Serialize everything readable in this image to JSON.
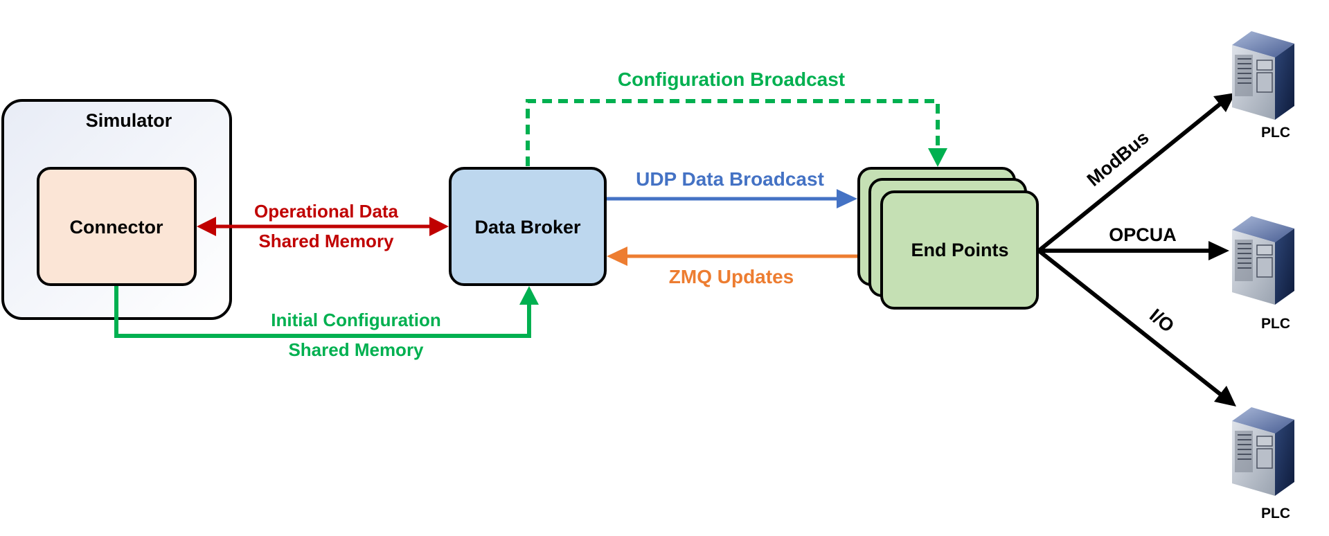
{
  "nodes": {
    "simulator": "Simulator",
    "connector": "Connector",
    "data_broker": "Data Broker",
    "end_points": "End Points",
    "plc_top": "PLC",
    "plc_mid": "PLC",
    "plc_bottom": "PLC"
  },
  "edges": {
    "operational_line1": "Operational Data",
    "operational_line2": "Shared Memory",
    "initial_line1": "Initial Configuration",
    "initial_line2": "Shared Memory",
    "config_broadcast": "Configuration Broadcast",
    "udp_broadcast": "UDP Data Broadcast",
    "zmq_updates": "ZMQ Updates",
    "modbus": "ModBus",
    "opcua": "OPCUA",
    "io": "I/O"
  },
  "colors": {
    "red": "#c00000",
    "green": "#00b050",
    "blue": "#4472c4",
    "orange": "#ed7d31",
    "black": "#000000",
    "connector_fill": "#fbe5d6",
    "broker_fill": "#bdd7ee",
    "endpoint_fill": "#c5e0b4"
  },
  "icons": [
    "server-icon",
    "server-icon",
    "server-icon"
  ]
}
